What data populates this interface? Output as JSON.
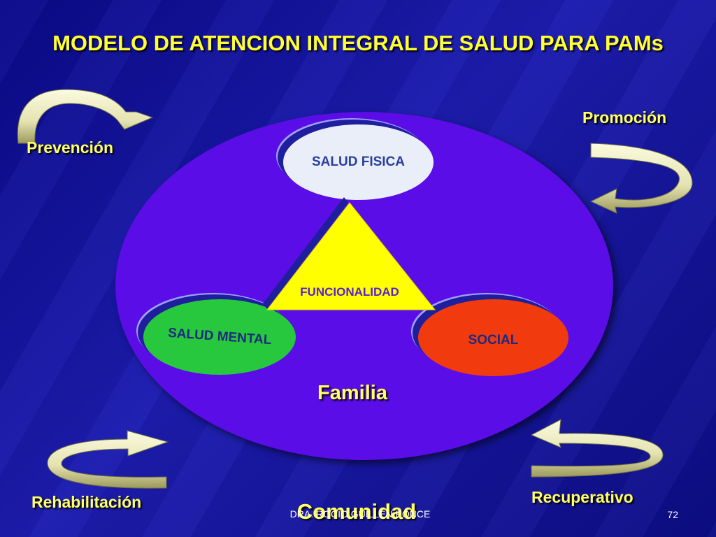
{
  "slide": {
    "title": "MODELO DE ATENCION INTEGRAL DE SALUD  PARA PAMs",
    "footer": "DRA. ROCIO GUILLEN PONCE",
    "page_number": "72"
  },
  "corners": {
    "prevencion": "Prevención",
    "promocion": "Promoción",
    "rehabilitacion": "Rehabilitación",
    "recuperativo": "Recuperativo"
  },
  "diagram": {
    "salud_fisica": "SALUD FISICA",
    "salud_mental": "SALUD MENTAL",
    "social": "SOCIAL",
    "funcionalidad": "FUNCIONALIDAD",
    "familia": "Familia",
    "comunidad": "Comunidad"
  },
  "colors": {
    "background": "#1414a0",
    "title": "#ffff33",
    "main_circle": "#5a0de6",
    "salud_fisica": "#e9eef8",
    "salud_mental": "#27c83d",
    "social": "#f23a0f",
    "triangle": "#ffff00",
    "arrows": "#f0f0c8"
  }
}
